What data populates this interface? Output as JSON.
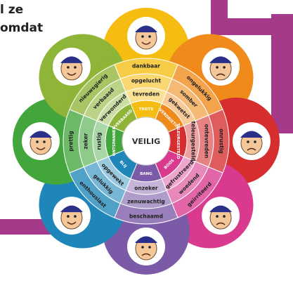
{
  "caption": {
    "line1": "l ze",
    "line2": "omdat"
  },
  "center_label": "VEILIG",
  "colors": {
    "frame": "#a53a8a",
    "yellow": "#f5bd12",
    "orange": "#ef8a1b",
    "red": "#d62e2f",
    "magenta": "#d93a8e",
    "purple": "#7b5aa8",
    "blue": "#1e86b9",
    "green": "#43a63c",
    "olive": "#8eb537",
    "face": "#f4c79a",
    "cap": "#2a2f8a"
  },
  "segments": [
    {
      "id": "trots",
      "emotion": "TROTS",
      "words": [
        "tevreden",
        "opgelucht",
        "dankbaar"
      ],
      "color": "#f5bd12",
      "face": "happy"
    },
    {
      "id": "verdriet",
      "emotion": "VERDRIETIG",
      "words": [
        "gekwetst",
        "somber",
        "ongelukkig"
      ],
      "color": "#ef8a1b",
      "face": "sad"
    },
    {
      "id": "teleurgesteld",
      "emotion": "TELEURGESTELD",
      "words": [
        "teleurgesteld",
        "ontevreden",
        "onrustig"
      ],
      "color": "#d62e2f",
      "face": "worried"
    },
    {
      "id": "boos",
      "emotion": "BOOS",
      "words": [
        "gefrustreerd",
        "woedend",
        "geïrriteerd"
      ],
      "color": "#d93a8e",
      "face": "angry"
    },
    {
      "id": "bang",
      "emotion": "BANG",
      "words": [
        "onzeker",
        "zenuwachtig",
        "beschaamd"
      ],
      "color": "#7b5aa8",
      "face": "scared"
    },
    {
      "id": "blij",
      "emotion": "BLIJ",
      "words": [
        "opgewekt",
        "gelukkig",
        "enthousiast"
      ],
      "color": "#1e86b9",
      "face": "joyful"
    },
    {
      "id": "ontspannen",
      "emotion": "ONTSPANNEN",
      "words": [
        "rustig",
        "zeker",
        "prettig"
      ],
      "color": "#43a63c",
      "face": "calm"
    },
    {
      "id": "nieuwsgierig",
      "emotion": "VERBAASD",
      "words": [
        "verwonderd",
        "verbaasd",
        "nieuwsgierig"
      ],
      "color": "#8eb537",
      "face": "curious"
    }
  ]
}
